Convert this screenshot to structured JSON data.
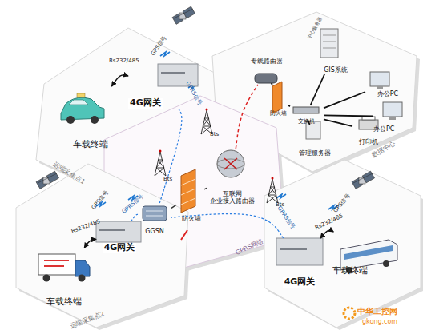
{
  "diagram": {
    "nodes": [
      {
        "text": [
          "车载终端"
        ]
      },
      {
        "text": [
          "4G网关"
        ]
      },
      {
        "text": [
          "车载终端"
        ]
      },
      {
        "text": [
          "4G网关"
        ]
      },
      {
        "text": [
          "4G网关"
        ]
      },
      {
        "text": [
          "车载终端"
        ]
      },
      {
        "text": [
          "GGSN"
        ]
      },
      {
        "text": [
          "防火墙"
        ]
      },
      {
        "text": [
          "互联网 企业接入路由器"
        ]
      },
      {
        "text": [
          "专线路由器"
        ]
      },
      {
        "text": [
          "防火墙"
        ]
      },
      {
        "text": [
          "交换机"
        ]
      },
      {
        "text": [
          "GIS系统"
        ]
      },
      {
        "text": [
          "办公PC"
        ]
      },
      {
        "text": [
          "办公PC"
        ]
      },
      {
        "text": [
          "管理服务器"
        ]
      },
      {
        "text": [
          "打印机"
        ]
      }
    ],
    "edges": [
      {
        "from": 0,
        "to": 1,
        "label": "Rs232/485",
        "arrow": "both"
      },
      {
        "from": 2,
        "to": 3,
        "label": "Rs232/485",
        "arrow": "both"
      },
      {
        "from": 5,
        "to": 4,
        "label": "Rs232/485",
        "arrow": "both"
      },
      {
        "from": 1,
        "to": 6,
        "label": "GPRS信号",
        "arrow": "none"
      },
      {
        "from": 3,
        "to": 6,
        "label": "GPRS信号",
        "arrow": "none"
      },
      {
        "from": 4,
        "to": 6,
        "label": "GPRS信号",
        "arrow": "none"
      },
      {
        "from": 6,
        "to": 7,
        "arrow": "none"
      },
      {
        "from": 7,
        "to": 8,
        "arrow": "none"
      },
      {
        "from": 8,
        "to": 9,
        "arrow": "none"
      },
      {
        "from": 9,
        "to": 10,
        "arrow": "none"
      },
      {
        "from": 10,
        "to": 11,
        "arrow": "none"
      },
      {
        "from": 11,
        "to": 12,
        "arrow": "none"
      },
      {
        "from": 11,
        "to": 13,
        "arrow": "none"
      },
      {
        "from": 11,
        "to": 14,
        "arrow": "none"
      },
      {
        "from": 11,
        "to": 15,
        "arrow": "none"
      },
      {
        "from": 11,
        "to": 16,
        "arrow": "none"
      }
    ],
    "labels": [
      "GPS信号",
      "远端采集点1",
      "GPS信号",
      "远端采集点2",
      "GPS信号",
      "Bts",
      "Bts",
      "Bts",
      "GPRS网络",
      "中心服务器",
      "数据中心",
      "中华工控网",
      "gkong.com"
    ]
  }
}
